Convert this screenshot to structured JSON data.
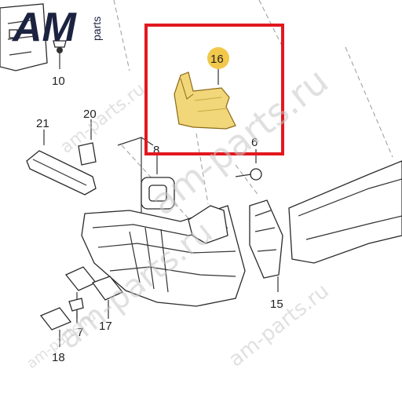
{
  "logo": {
    "main": "AM",
    "sub": "parts"
  },
  "watermarks": [
    "am-parts.ru",
    "am-parts.ru",
    "am-parts.ru",
    "am-parts.ru",
    "am-parts.ru"
  ],
  "callouts": {
    "p6": "6",
    "p7": "7",
    "p8": "8",
    "p10": "10",
    "p15": "15",
    "p16": "16",
    "p17": "17",
    "p18": "18",
    "p20": "20",
    "p21": "21"
  },
  "colors": {
    "highlight_box": "#e2181f",
    "highlight_part": "#f1d67a",
    "callout_badge": "#f2c84b",
    "logo_dark": "#1b2340"
  }
}
